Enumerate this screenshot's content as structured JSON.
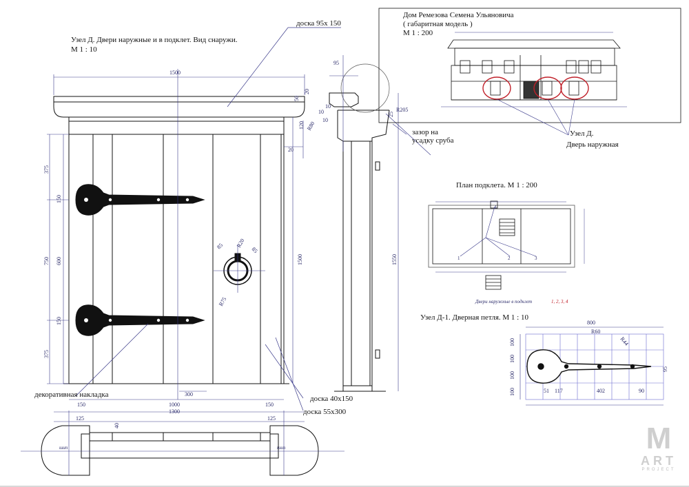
{
  "node_d_title": "Узел Д. Двери наружные и в подклет. Вид снаружи.",
  "node_d_scale": "М 1 : 10",
  "board_95": "доска 95х 150",
  "house_title": "Дом  Ремезова Семена Ульяновича",
  "house_subtitle": "( габаритная модель )",
  "house_scale": "М 1 : 200",
  "gap_label_1": "зазор на",
  "gap_label_2": "усадку сруба",
  "node_d_short": "Узел Д.",
  "door_outer": "Дверь наружная",
  "plan_title": "План подклета. М 1 : 200",
  "plan_doors_note": "Двери наружные в подклет",
  "plan_door_numbers": "1, 2, 3, 4",
  "hinge_title": "Узел Д-1. Дверная петля. М 1 : 10",
  "decor_label": "декоративная накладка",
  "board_40": "доска 40х150",
  "board_55": "доска 55х300",
  "tenon_label": "шип",
  "dims": {
    "w1500": "1500",
    "d95": "95",
    "d50": "50",
    "d20a": "20",
    "d10a": "10",
    "d10b": "10",
    "d10c": "10",
    "r205": "R205",
    "d120": "120",
    "r80": "R80",
    "d20b": "20",
    "d25": "25",
    "d375a": "375",
    "d150a": "150",
    "d750": "750",
    "d600": "600",
    "d150b": "150",
    "d375b": "375",
    "d1500v": "1500",
    "d1550": "1550",
    "r20": "R20",
    "d85a": "85",
    "d85b": "85",
    "r75": "R75",
    "d150c": "150",
    "d1000": "1000",
    "d300": "300",
    "d150d": "150",
    "d1300": "1300",
    "d125a": "125",
    "d125b": "125",
    "d40": "40",
    "h800": "800",
    "hr60": "R60",
    "hr44": "R44",
    "h100a": "100",
    "h100b": "100",
    "h100c": "100",
    "h100d": "100",
    "h51": "51",
    "h117": "117",
    "h402": "402",
    "h90": "90",
    "h95": "95"
  },
  "plan_markers": [
    "1",
    "2",
    "3",
    "4"
  ],
  "logo": {
    "letter": "M",
    "word": "ART",
    "sub": "PROJECT"
  }
}
